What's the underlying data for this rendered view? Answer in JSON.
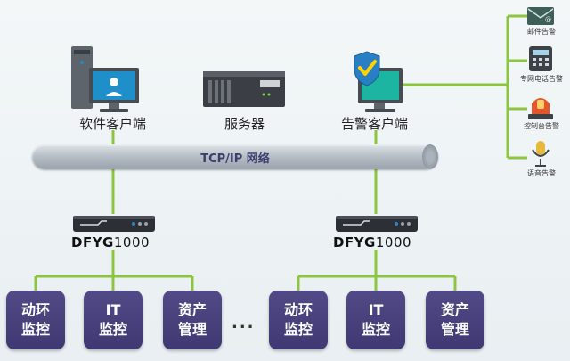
{
  "nodes": {
    "software_client": "软件客户端",
    "server": "服务器",
    "alarm_client": "告警客户端"
  },
  "network": {
    "label": "TCP/IP 网络"
  },
  "devices": [
    {
      "model_bold": "DFYG",
      "model_light": "1000"
    },
    {
      "model_bold": "DFYG",
      "model_light": "1000"
    }
  ],
  "alarms": [
    {
      "label": "邮件告警",
      "icon": "email-icon"
    },
    {
      "label": "专网电话告警",
      "icon": "phone-icon"
    },
    {
      "label": "控制台告警",
      "icon": "alarm-light-icon"
    },
    {
      "label": "语音告警",
      "icon": "microphone-icon"
    }
  ],
  "modules": [
    {
      "line1": "动环",
      "line2": "监控"
    },
    {
      "line1": "IT",
      "line2": "监控"
    },
    {
      "line1": "资产",
      "line2": "管理"
    },
    {
      "line1": "动环",
      "line2": "监控"
    },
    {
      "line1": "IT",
      "line2": "监控"
    },
    {
      "line1": "资产",
      "line2": "管理"
    }
  ],
  "ellipsis": "...",
  "colors": {
    "line": "#8cc63f",
    "module": "#4a4380"
  }
}
